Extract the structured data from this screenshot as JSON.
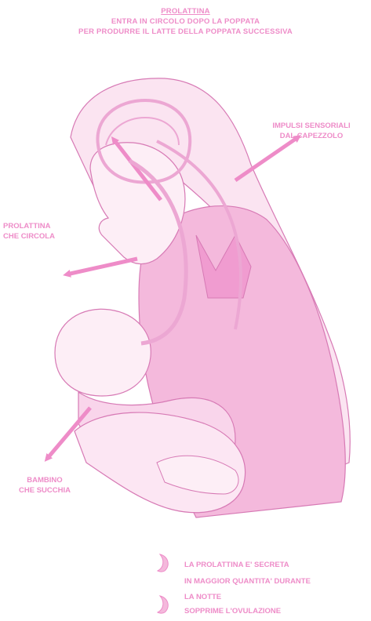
{
  "header": {
    "title": "PROLATTINA",
    "line1": "ENTRA IN CIRCOLO DOPO LA POPPATA",
    "line2": "PER PRODURRE IL LATTE DELLA POPPATA SUCCESSIVA"
  },
  "labels": {
    "impulses_line1": "IMPULSI SENSORIALI",
    "impulses_line2": "DAL CAPEZZOLO",
    "circulating_line1": "PROLATTINA",
    "circulating_line2": "CHE CIRCOLA",
    "baby_line1": "BAMBINO",
    "baby_line2": "CHE SUCCHIA"
  },
  "notes": {
    "line1": "LA PROLATTINA E' SECRETA",
    "line2": "IN MAGGIOR QUANTITA' DURANTE",
    "line3": "LA NOTTE",
    "line4": "SOPPRIME L'OVULAZIONE"
  },
  "colors": {
    "accent": "#ee8cc8",
    "fill_light": "#f6cfe6",
    "fill_mid": "#eca7d3",
    "outline": "#d77ab5"
  },
  "icons": [
    "moon-icon",
    "moon-icon"
  ]
}
